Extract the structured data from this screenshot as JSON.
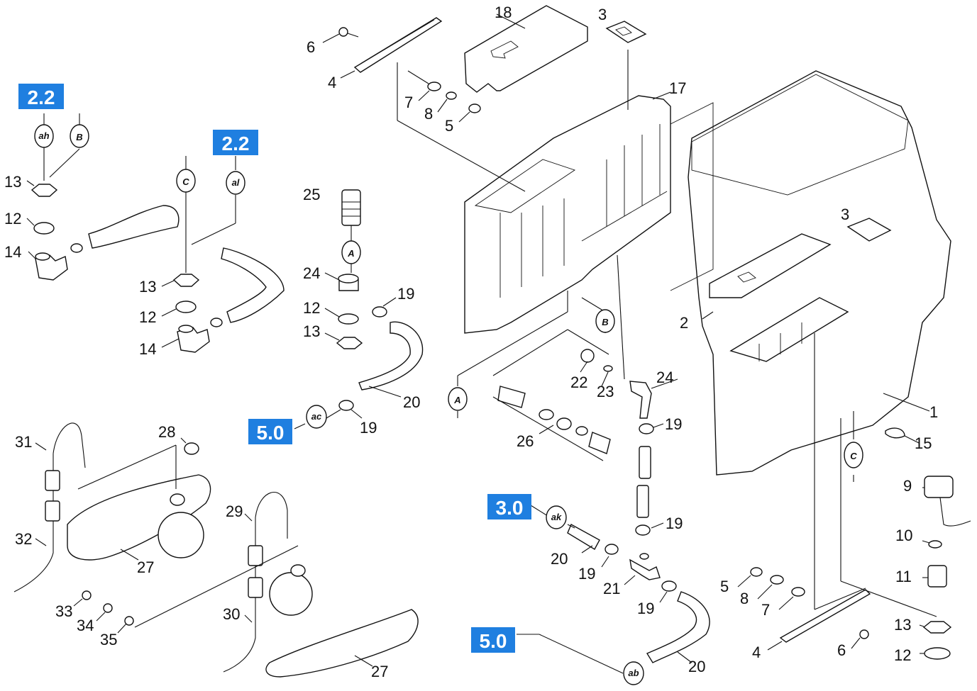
{
  "parts": [
    {
      "id": "p18",
      "label": "18"
    },
    {
      "id": "p3a",
      "label": "3"
    },
    {
      "id": "p6a",
      "label": "6"
    },
    {
      "id": "p4a",
      "label": "4"
    },
    {
      "id": "p7a",
      "label": "7"
    },
    {
      "id": "p8a",
      "label": "8"
    },
    {
      "id": "p5a",
      "label": "5"
    },
    {
      "id": "p17",
      "label": "17"
    },
    {
      "id": "p13a",
      "label": "13"
    },
    {
      "id": "p12a",
      "label": "12"
    },
    {
      "id": "p14a",
      "label": "14"
    },
    {
      "id": "p13b",
      "label": "13"
    },
    {
      "id": "p12b",
      "label": "12"
    },
    {
      "id": "p14b",
      "label": "14"
    },
    {
      "id": "p25",
      "label": "25"
    },
    {
      "id": "p24a",
      "label": "24"
    },
    {
      "id": "p19a",
      "label": "19"
    },
    {
      "id": "p12c",
      "label": "12"
    },
    {
      "id": "p13c",
      "label": "13"
    },
    {
      "id": "p20a",
      "label": "20"
    },
    {
      "id": "p19b",
      "label": "19"
    },
    {
      "id": "p3b",
      "label": "3"
    },
    {
      "id": "p2",
      "label": "2"
    },
    {
      "id": "p22",
      "label": "22"
    },
    {
      "id": "p23",
      "label": "23"
    },
    {
      "id": "p24b",
      "label": "24"
    },
    {
      "id": "p19c",
      "label": "19"
    },
    {
      "id": "p26",
      "label": "26"
    },
    {
      "id": "p1",
      "label": "1"
    },
    {
      "id": "p15",
      "label": "15"
    },
    {
      "id": "p31",
      "label": "31"
    },
    {
      "id": "p28",
      "label": "28"
    },
    {
      "id": "p32",
      "label": "32"
    },
    {
      "id": "p27a",
      "label": "27"
    },
    {
      "id": "p33",
      "label": "33"
    },
    {
      "id": "p34",
      "label": "34"
    },
    {
      "id": "p35",
      "label": "35"
    },
    {
      "id": "p29",
      "label": "29"
    },
    {
      "id": "p30",
      "label": "30"
    },
    {
      "id": "p27b",
      "label": "27"
    },
    {
      "id": "p20b",
      "label": "20"
    },
    {
      "id": "p19d",
      "label": "19"
    },
    {
      "id": "p21",
      "label": "21"
    },
    {
      "id": "p19e",
      "label": "19"
    },
    {
      "id": "p19f",
      "label": "19"
    },
    {
      "id": "p20c",
      "label": "20"
    },
    {
      "id": "p9",
      "label": "9"
    },
    {
      "id": "p10",
      "label": "10"
    },
    {
      "id": "p11",
      "label": "11"
    },
    {
      "id": "p13d",
      "label": "13"
    },
    {
      "id": "p12d",
      "label": "12"
    },
    {
      "id": "p5b",
      "label": "5"
    },
    {
      "id": "p8b",
      "label": "8"
    },
    {
      "id": "p7b",
      "label": "7"
    },
    {
      "id": "p4b",
      "label": "4"
    },
    {
      "id": "p6b",
      "label": "6"
    }
  ],
  "refs": [
    {
      "id": "r1",
      "label": "2.2"
    },
    {
      "id": "r2",
      "label": "2.2"
    },
    {
      "id": "r3",
      "label": "5.0"
    },
    {
      "id": "r4",
      "label": "3.0"
    },
    {
      "id": "r5",
      "label": "5.0"
    }
  ],
  "connectors": [
    {
      "id": "c_ah",
      "label": "ah"
    },
    {
      "id": "c_B1",
      "label": "B"
    },
    {
      "id": "c_C1",
      "label": "C"
    },
    {
      "id": "c_al",
      "label": "al"
    },
    {
      "id": "c_A1",
      "label": "A"
    },
    {
      "id": "c_ac",
      "label": "ac"
    },
    {
      "id": "c_B2",
      "label": "B"
    },
    {
      "id": "c_A2",
      "label": "A"
    },
    {
      "id": "c_C2",
      "label": "C"
    },
    {
      "id": "c_ak",
      "label": "ak"
    },
    {
      "id": "c_ab",
      "label": "ab"
    }
  ]
}
